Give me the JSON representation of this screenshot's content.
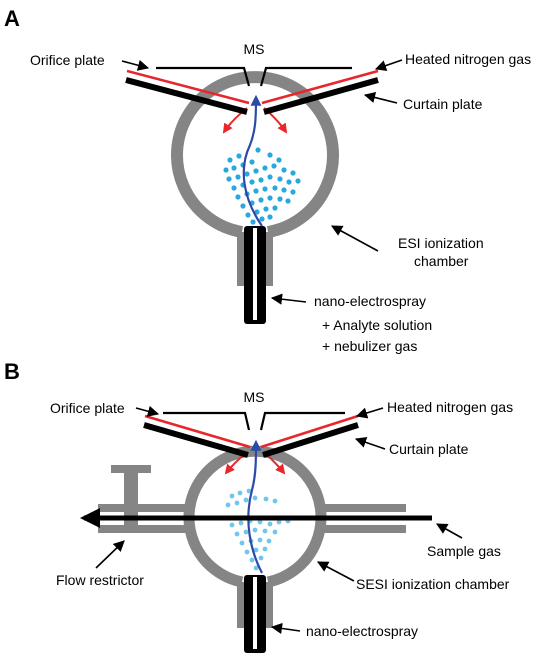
{
  "panel_a": {
    "letter": "A",
    "labels": {
      "ms": "MS",
      "orifice": "Orifice plate",
      "heated_gas": "Heated nitrogen gas",
      "curtain": "Curtain plate",
      "chamber_line1": "ESI ionization",
      "chamber_line2": "chamber",
      "nano": "nano-electrospray",
      "analyte": "+ Analyte solution",
      "nebulizer": "+ nebulizer gas"
    }
  },
  "panel_b": {
    "letter": "B",
    "labels": {
      "ms": "MS",
      "orifice": "Orifice plate",
      "heated_gas": "Heated nitrogen gas",
      "curtain": "Curtain plate",
      "sample_gas": "Sample gas",
      "flow_restrictor": "Flow restrictor",
      "chamber": "SESI ionization chamber",
      "nano": "nano-electrospray"
    }
  },
  "colors": {
    "chamber": "#858585",
    "plate": "#000000",
    "heated_gas": "#e8262b",
    "ion_path": "#2e4aa8",
    "spray_droplets": "#29a8e0",
    "spray_droplets_b": "#6fc6ef"
  }
}
